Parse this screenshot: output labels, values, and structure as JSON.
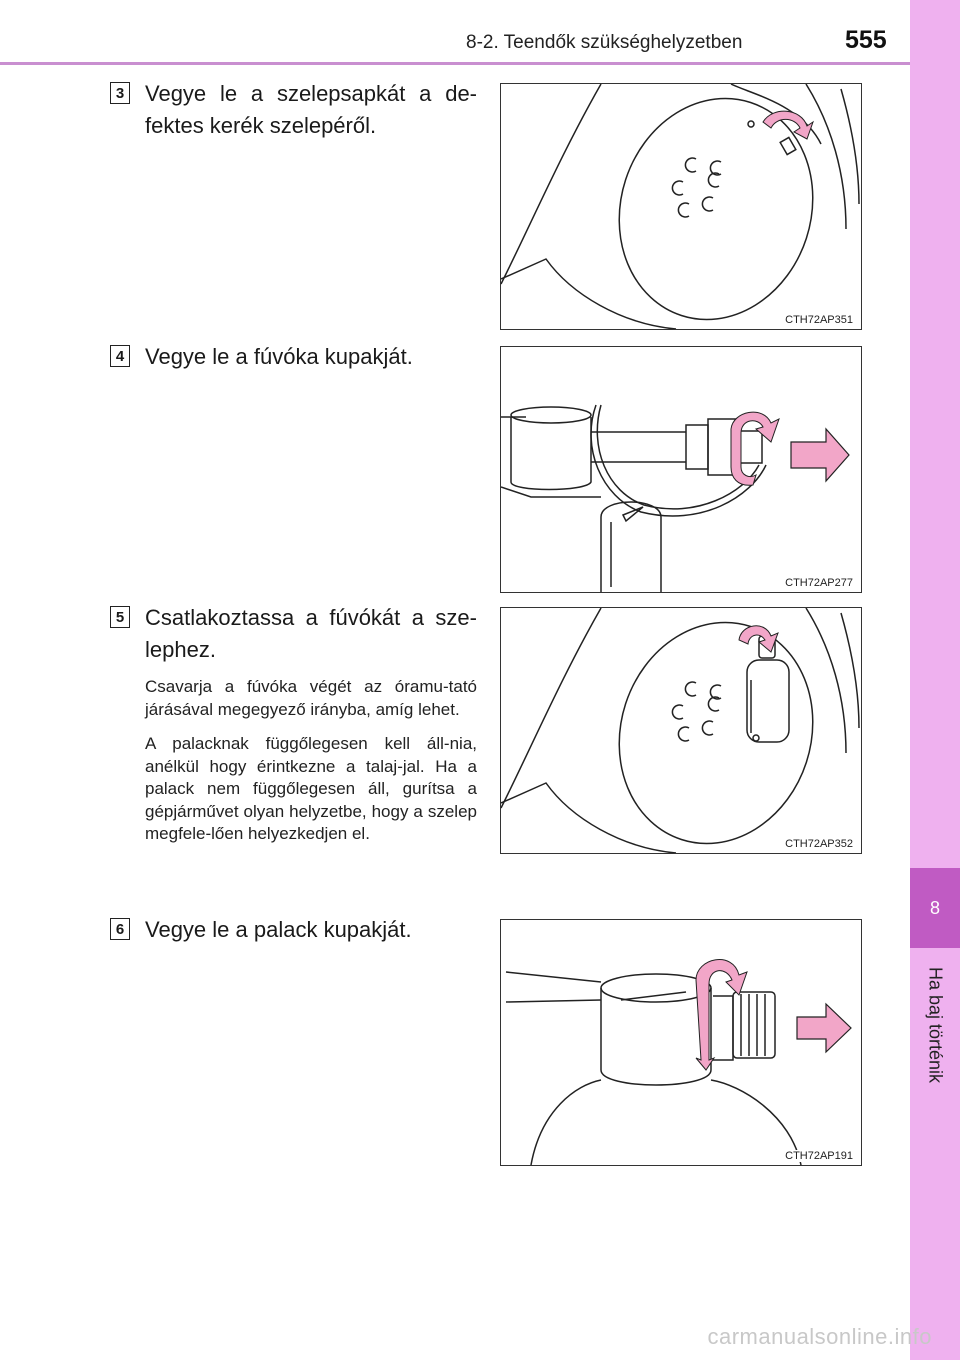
{
  "header": {
    "section_title": "8-2. Teendők szükséghelyzetben",
    "page_number": "555"
  },
  "side_tab": {
    "chapter_number": "8",
    "chapter_title": "Ha baj történik"
  },
  "steps": [
    {
      "number": "3",
      "title": "Vegye le a szelepsapkát a de-fektes kerék szelepéről.",
      "body": [],
      "figure_code": "CTH72AP351"
    },
    {
      "number": "4",
      "title": "Vegye le a fúvóka kupakját.",
      "body": [],
      "figure_code": "CTH72AP277"
    },
    {
      "number": "5",
      "title": "Csatlakoztassa a fúvókát a sze-lephez.",
      "body": [
        "Csavarja a fúvóka végét az óramu-tató járásával megegyező irányba, amíg lehet.",
        "A palacknak függőlegesen kell áll-nia, anélkül hogy érintkezne a talaj-jal. Ha a palack nem függőlegesen áll, gurítsa a gépjárművet olyan helyzetbe, hogy a szelep megfele-lően helyezkedjen el."
      ],
      "figure_code": "CTH72AP352"
    },
    {
      "number": "6",
      "title": "Vegye le a palack kupakját.",
      "body": [],
      "figure_code": "CTH72AP191"
    }
  ],
  "colors": {
    "accent_tab": "#efb1ef",
    "accent_tab_dark": "#c05bc3",
    "arrow_pink": "#f2a6c8"
  },
  "watermark": "carmanualsonline.info"
}
